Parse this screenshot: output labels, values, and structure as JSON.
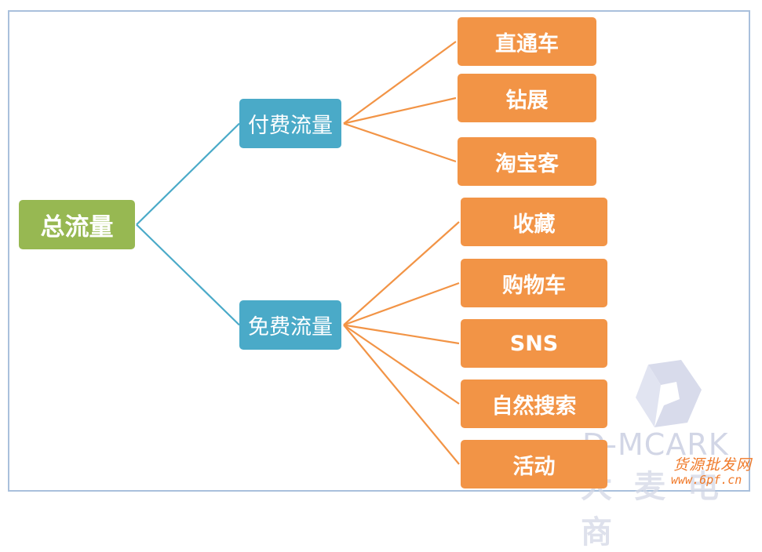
{
  "diagram": {
    "type": "tree",
    "colors": {
      "root": "#97b852",
      "branch": "#4aaac8",
      "leaf": "#f29446",
      "branch_link": "#4aaac8",
      "leaf_link": "#f29446",
      "frame": "#a9c0dc"
    },
    "root": {
      "label": "总流量",
      "children": [
        {
          "label": "付费流量",
          "children": [
            "直通车",
            "钻展",
            "淘宝客"
          ]
        },
        {
          "label": "免费流量",
          "children": [
            "收藏",
            "购物车",
            "SNS",
            "自然搜索",
            "活动"
          ]
        }
      ]
    }
  },
  "watermark": {
    "brand_en": "D-MCARK",
    "brand_cn": "大麦电商",
    "site_name": "货源批发网",
    "site_url": "www.6pf.cn"
  }
}
